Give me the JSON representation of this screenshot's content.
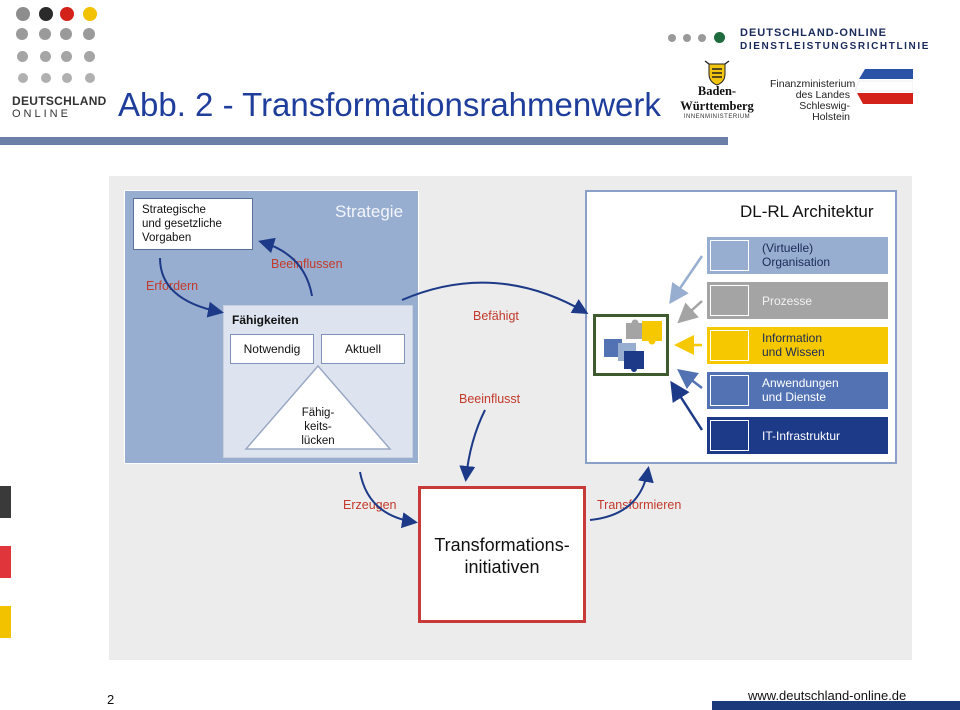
{
  "header": {
    "title": "Abb. 2 - Transformationsrahmenwerk",
    "logo_left_line1": "DEUTSCHLAND",
    "logo_left_line2": "ONLINE",
    "logo_right_line1": "DEUTSCHLAND-ONLINE",
    "logo_right_line2": "DIENSTLEISTUNGSRICHTLINIE",
    "bw_name": "Baden-Württemberg",
    "bw_sub": "INNENMINISTERIUM",
    "fm_line1": "Finanzministerium",
    "fm_line2": "des Landes",
    "fm_line3": "Schleswig-Holstein"
  },
  "diagram": {
    "strategy_label": "Strategie",
    "vorgaben_line1": "Strategische",
    "vorgaben_line2": "und gesetzliche",
    "vorgaben_line3": "Vorgaben",
    "erfordern": "Erfordern",
    "beeinflussen": "Beeinflussen",
    "faehigkeiten": "Fähigkeiten",
    "notwendig": "Notwendig",
    "aktuell": "Aktuell",
    "luecken_line1": "Fähig-",
    "luecken_line2": "keits-",
    "luecken_line3": "lücken",
    "befaehigt": "Befähigt",
    "beeinflusst": "Beeinflusst",
    "architecture_title": "DL-RL Architektur",
    "layers": [
      {
        "line1": "(Virtuelle)",
        "line2": "Organisation",
        "color": "#98aed0",
        "text_color": "#1b2a55"
      },
      {
        "line1": "Prozesse",
        "line2": "",
        "color": "#a4a4a4",
        "text_color": "#f2f2f2"
      },
      {
        "line1": "Information",
        "line2": "und Wissen",
        "color": "#f6c800",
        "text_color": "#1b2a55"
      },
      {
        "line1": "Anwendungen",
        "line2": "und Dienste",
        "color": "#5272b4",
        "text_color": "#ffffff"
      },
      {
        "line1": "IT-Infrastruktur",
        "line2": "",
        "color": "#1d3a88",
        "text_color": "#ffffff"
      }
    ],
    "erzeugen": "Erzeugen",
    "transformieren": "Transformieren",
    "initiatives_line1": "Transformations-",
    "initiatives_line2": "initiativen"
  },
  "footer": {
    "page_number": "2",
    "url": "www.deutschland-online.de"
  }
}
